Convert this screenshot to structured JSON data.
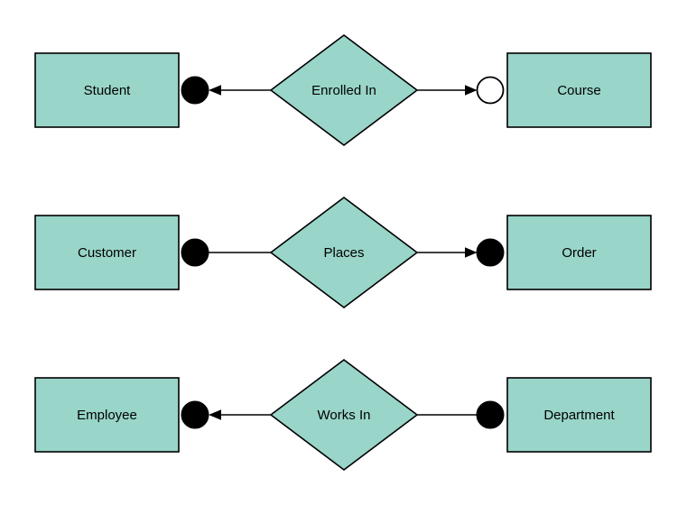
{
  "diagram": {
    "kind": "entity-relationship-diagram",
    "colors": {
      "shape_fill": "#99d5c9",
      "shape_stroke": "#000000",
      "connector": "#000000",
      "background": "#ffffff",
      "text": "#000000"
    },
    "rows": [
      {
        "left_entity": "Student",
        "relationship": "Enrolled In",
        "right_entity": "Course",
        "left_marker": "filled-circle",
        "left_arrowhead": "points-left-toward-entity",
        "right_marker": "open-circle",
        "right_arrowhead": "points-right-toward-entity"
      },
      {
        "left_entity": "Customer",
        "relationship": "Places",
        "right_entity": "Order",
        "left_marker": "filled-circle",
        "left_arrowhead": "none",
        "right_marker": "filled-circle",
        "right_arrowhead": "points-right-toward-entity"
      },
      {
        "left_entity": "Employee",
        "relationship": "Works In",
        "right_entity": "Department",
        "left_marker": "filled-circle",
        "left_arrowhead": "points-left-toward-entity",
        "right_marker": "filled-circle",
        "right_arrowhead": "none"
      }
    ]
  }
}
